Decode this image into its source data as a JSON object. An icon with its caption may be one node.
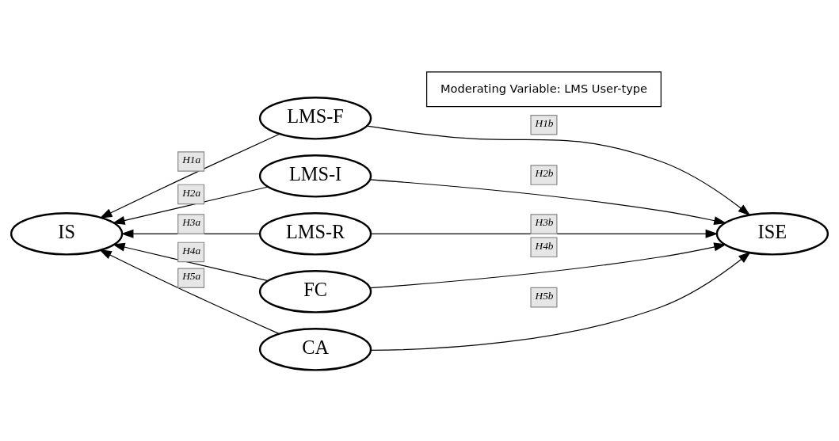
{
  "diagram": {
    "nodes": [
      {
        "text": [
          "IS"
        ]
      },
      {
        "text": [
          "LMS-F"
        ]
      },
      {
        "text": [
          "LMS-I"
        ]
      },
      {
        "text": [
          "LMS-R"
        ]
      },
      {
        "text": [
          "FC"
        ]
      },
      {
        "text": [
          "CA"
        ]
      },
      {
        "text": [
          "ISE"
        ]
      },
      {
        "text": [
          "Moderating Variable: LMS User-type"
        ]
      }
    ],
    "edges": [
      {
        "from": 1,
        "to": 0,
        "arrow": "to",
        "label": "H1a"
      },
      {
        "from": 1,
        "to": 6,
        "arrow": "to",
        "label": "H1b"
      },
      {
        "from": 2,
        "to": 0,
        "arrow": "to",
        "label": "H2a"
      },
      {
        "from": 2,
        "to": 6,
        "arrow": "to",
        "label": "H2b"
      },
      {
        "from": 3,
        "to": 0,
        "arrow": "to",
        "label": "H3a"
      },
      {
        "from": 3,
        "to": 6,
        "arrow": "to",
        "label": "H3b"
      },
      {
        "from": 4,
        "to": 0,
        "arrow": "to",
        "label": "H4a"
      },
      {
        "from": 4,
        "to": 6,
        "arrow": "to",
        "label": "H4b"
      },
      {
        "from": 5,
        "to": 0,
        "arrow": "to",
        "label": "H5a"
      },
      {
        "from": 5,
        "to": 6,
        "arrow": "to",
        "label": "H5b"
      }
    ]
  }
}
